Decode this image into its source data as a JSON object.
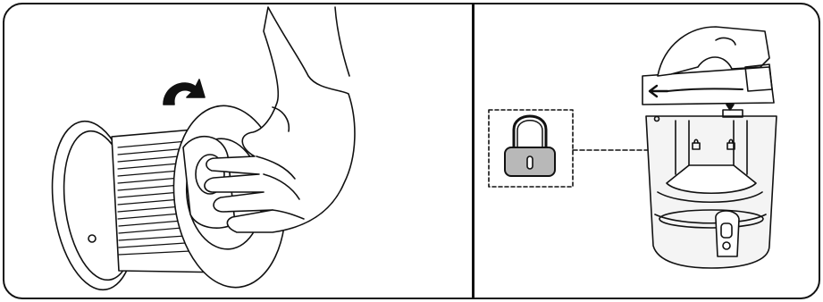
{
  "figure": {
    "panels": [
      {
        "step": "remove-filter",
        "action": "twist-counterclockwise",
        "icons": [
          "rotate-arrow-icon"
        ]
      },
      {
        "step": "lock-dust-container",
        "indicator": "lock-icon",
        "icons": [
          "slide-arrow-icon",
          "padlock-icon"
        ]
      }
    ],
    "colors": {
      "line": "#111111",
      "lock_body": "#b8b8b8",
      "container_glass": "#f4f4f4",
      "background": "#ffffff"
    }
  }
}
